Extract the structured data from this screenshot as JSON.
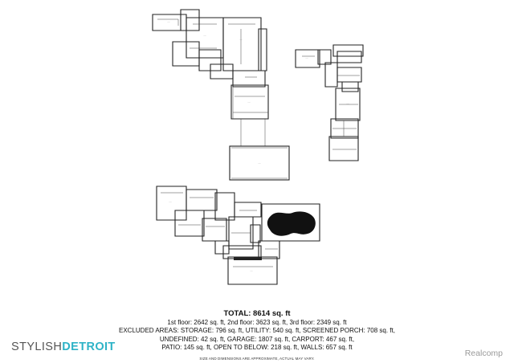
{
  "summary": {
    "total": "TOTAL: 8614 sq. ft",
    "lines": [
      "1st floor: 2642 sq. ft, 2nd floor: 3623 sq. ft, 3rd floor: 2349 sq. ft",
      "EXCLUDED AREAS: STORAGE: 796 sq. ft, UTILITY: 540 sq. ft, SCREENED PORCH: 708 sq. ft,",
      "UNDEFINED: 42 sq. ft, GARAGE: 1807 sq. ft, CARPORT: 467 sq. ft,",
      "PATIO: 145 sq. ft, OPEN TO BELOW: 218 sq. ft, WALLS: 657 sq. ft"
    ],
    "note": "SIZE AND DIMENSIONS ARE APPROXIMATE, ACTUAL MAY VARY."
  },
  "branding": {
    "logo_part1": "STYLISH",
    "logo_part2": "DETROIT",
    "logo_accent_color": "#2eb3c7",
    "watermark": "Realcomp"
  },
  "colors": {
    "wall": "#222222",
    "pool": "#111111"
  }
}
